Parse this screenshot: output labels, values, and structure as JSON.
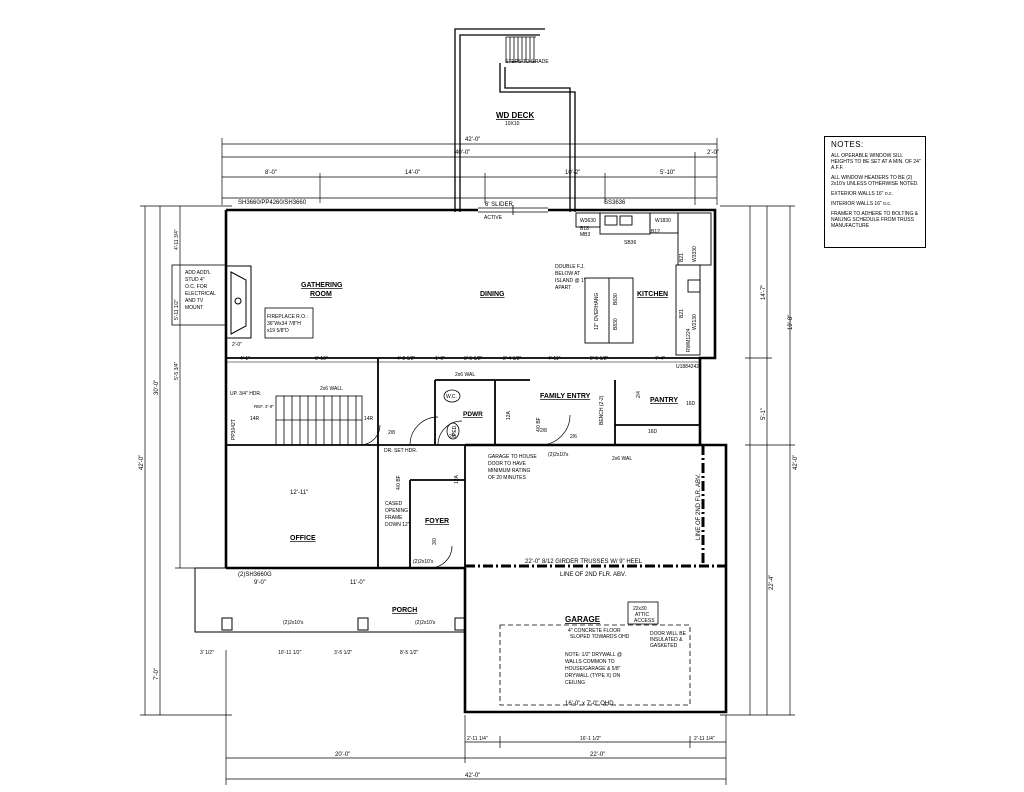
{
  "deck": {
    "title": "WD DECK",
    "size": "10X10",
    "steps": "STEPS TO GRADE"
  },
  "notes": {
    "heading": "NOTES:",
    "items": [
      "ALL OPERABLE WINDOW SILL HEIGHTS TO BE SET AT A MIN. OF 24\" A.F.F.",
      "ALL WINDOW HEADERS TO BE (2) 2x10's UNLESS OTHERWISE NOTED.",
      "EXTERIOR WALLS 16\" o.c.",
      "INTERIOR WALLS 16\" o.c.",
      "FRAMER TO ADHERE TO BOLTING & NAILING SCHEDULE FROM TRUSS MANUFACTURE"
    ]
  },
  "rooms": {
    "gathering_1": "GATHERING",
    "gathering_2": "ROOM",
    "dining": "DINING",
    "kitchen": "KITCHEN",
    "family_entry": "FAMILY ENTRY",
    "pantry": "PANTRY",
    "pdr": "PDWR",
    "office": "OFFICE",
    "foyer": "FOYER",
    "porch": "PORCH",
    "garage": "GARAGE"
  },
  "labels": {
    "windows_top": "SH3660/PP4260/SH3660",
    "slider": "6' SLIDER",
    "active": "ACTIVE",
    "ss": "SS3636",
    "w1": "W3630",
    "w2": "W1830",
    "b18": "B18",
    "mb3": "MB3",
    "sb36": "SB36",
    "b12": "B12",
    "double_1": "DOUBLE F.J.",
    "double_2": "BELOW AT",
    "double_3": "ISLAND @ 1\"",
    "double_4": "APART",
    "add_1": "ADD ADD'L",
    "add_2": "STUD 4\"",
    "add_3": "O.C. FOR",
    "add_4": "ELECTRICAL",
    "add_5": "AND TV",
    "add_6": "MOUNT",
    "fp_1": "FIREPLACE R.O.:",
    "fp_2": "36\"Wx34 7/8\"H",
    "fp_3": "x19 5/8\"D",
    "wall_2x6": "2x6 WALL",
    "wall_2x6b": "2x6 WAL",
    "wall_2x6c": "2x6 WAL",
    "wc": "W.C.",
    "sink": "PED.",
    "bench": "BENCH (2-2)",
    "b16d": "16D",
    "b16d2": "16D",
    "ref": "REF. 2'-9\"",
    "gtd_1": "GARAGE TO HOUSE",
    "gtd_2": "DOOR TO HAVE",
    "gtd_3": "MINIMUM RATING",
    "gtd_4": "OF 20 MINUTES",
    "hdr": "(2)2x10's",
    "dr_set": "DR. SET HDR.",
    "cased_1": "CASED",
    "cased_2": "OPENING",
    "cased_3": "FRAME",
    "cased_4": "DOWN 12\"",
    "hdr2": "(2)2x10's",
    "girder": "22'-0\" 8/12 GIRDER TRUSSES W/ 9\" HEEL",
    "line2nd": "LINE OF 2ND FLR. ABV.",
    "line2nd_v": "LINE OF 2ND FLR. ABV.",
    "sh3660g": "(2)SH3660G",
    "porch_hdr": "(2)2x10's",
    "porch_hdr2": "(2)2x10's",
    "floor_1": "4\" CONCRETE FLOOR",
    "floor_2": "SLOPED TOWARDS OHD",
    "attic_1": "22x30",
    "attic_2": "ATTIC",
    "attic_3": "ACCESS",
    "door_ins_1": "DOOR WILL BE",
    "door_ins_2": "INSULATED &",
    "door_ins_3": "GASKETED",
    "note_1": "NOTE: 1/2\" DRYWALL @",
    "note_2": "WALLS COMMON TO",
    "note_3": "HOUSE/GARAGE & 5/8\"",
    "note_4": "DRYWALL (TYPE X) ON",
    "note_5": "CEILING",
    "ohd": "16'-0\" x 7'-0\" OHD",
    "overhang": "12\" OVERHANG",
    "b630": "B630",
    "b830": "B830",
    "w3330": "W3330",
    "w2130": "W2130",
    "ups": "U1884242",
    "rwm": "RWM1224",
    "b21": "B21",
    "b21b": "B21",
    "fp_id": "PP3042T",
    "stair_14r": "14R",
    "stair_14r2": "14R",
    "stair_hdr": "UP. 3/4\" HDR."
  },
  "dims": {
    "top_overall": "42'-0\"",
    "top_second": "40'-0\"",
    "top_right": "2'-0\"",
    "top_a": "8'-0\"",
    "top_b": "14'-0\"",
    "top_c": "10'-2\"",
    "top_d": "5'-10\"",
    "bottom_overall": "42'-0\"",
    "bottom_a": "20'-0\"",
    "bottom_b": "22'-0\"",
    "garage_a": "2'-11 1/4\"",
    "garage_b": "16'-1 1/2\"",
    "garage_c": "2'-11 1/4\"",
    "left_overall": "42'-0\"",
    "left_a": "30'-0\"",
    "left_b": "7'-0\"",
    "right_overall": "42'-0\"",
    "right_a": "19'-8\"",
    "right_b": "22'-4\"",
    "right_c": "14'-7\"",
    "right_d": "5'-1\"",
    "mid_a": "4'-1\"",
    "mid_b": "8'-10\"",
    "mid_c": "4'-8 1/2\"",
    "mid_d": "1'-0\"",
    "mid_e": "3'-5 1/2\"",
    "mid_f": "2'-4 1/2\"",
    "mid_g": "4'-11\"",
    "mid_h": "2'-5 1/2\"",
    "mid_i": "7'-4\"",
    "office_w": "12'-11\"",
    "porch_a": "9'-0\"",
    "porch_b": "11'-0\"",
    "porch_c": "3' 1/2\"",
    "porch_d": "10'-11 1/2\"",
    "porch_e": "3'-5 1/2\"",
    "porch_f": "8'-5 1/2\"",
    "door_30": "3/0",
    "door_28": "2/8",
    "door_26": "2/6",
    "door_26b": "2/6",
    "door_28b": "2/8",
    "door_40bf": "4/0 BF",
    "door_40bf2": "4/0 BF",
    "door_24": "2/4",
    "door_12a": "12A",
    "door_12a2": "12A",
    "lf_a": "4'-11 3/4\"",
    "lf_b": "5'-11 1/2\"",
    "lf_c": "5'-5 3/4\"",
    "lf_d": "2'-0\""
  }
}
